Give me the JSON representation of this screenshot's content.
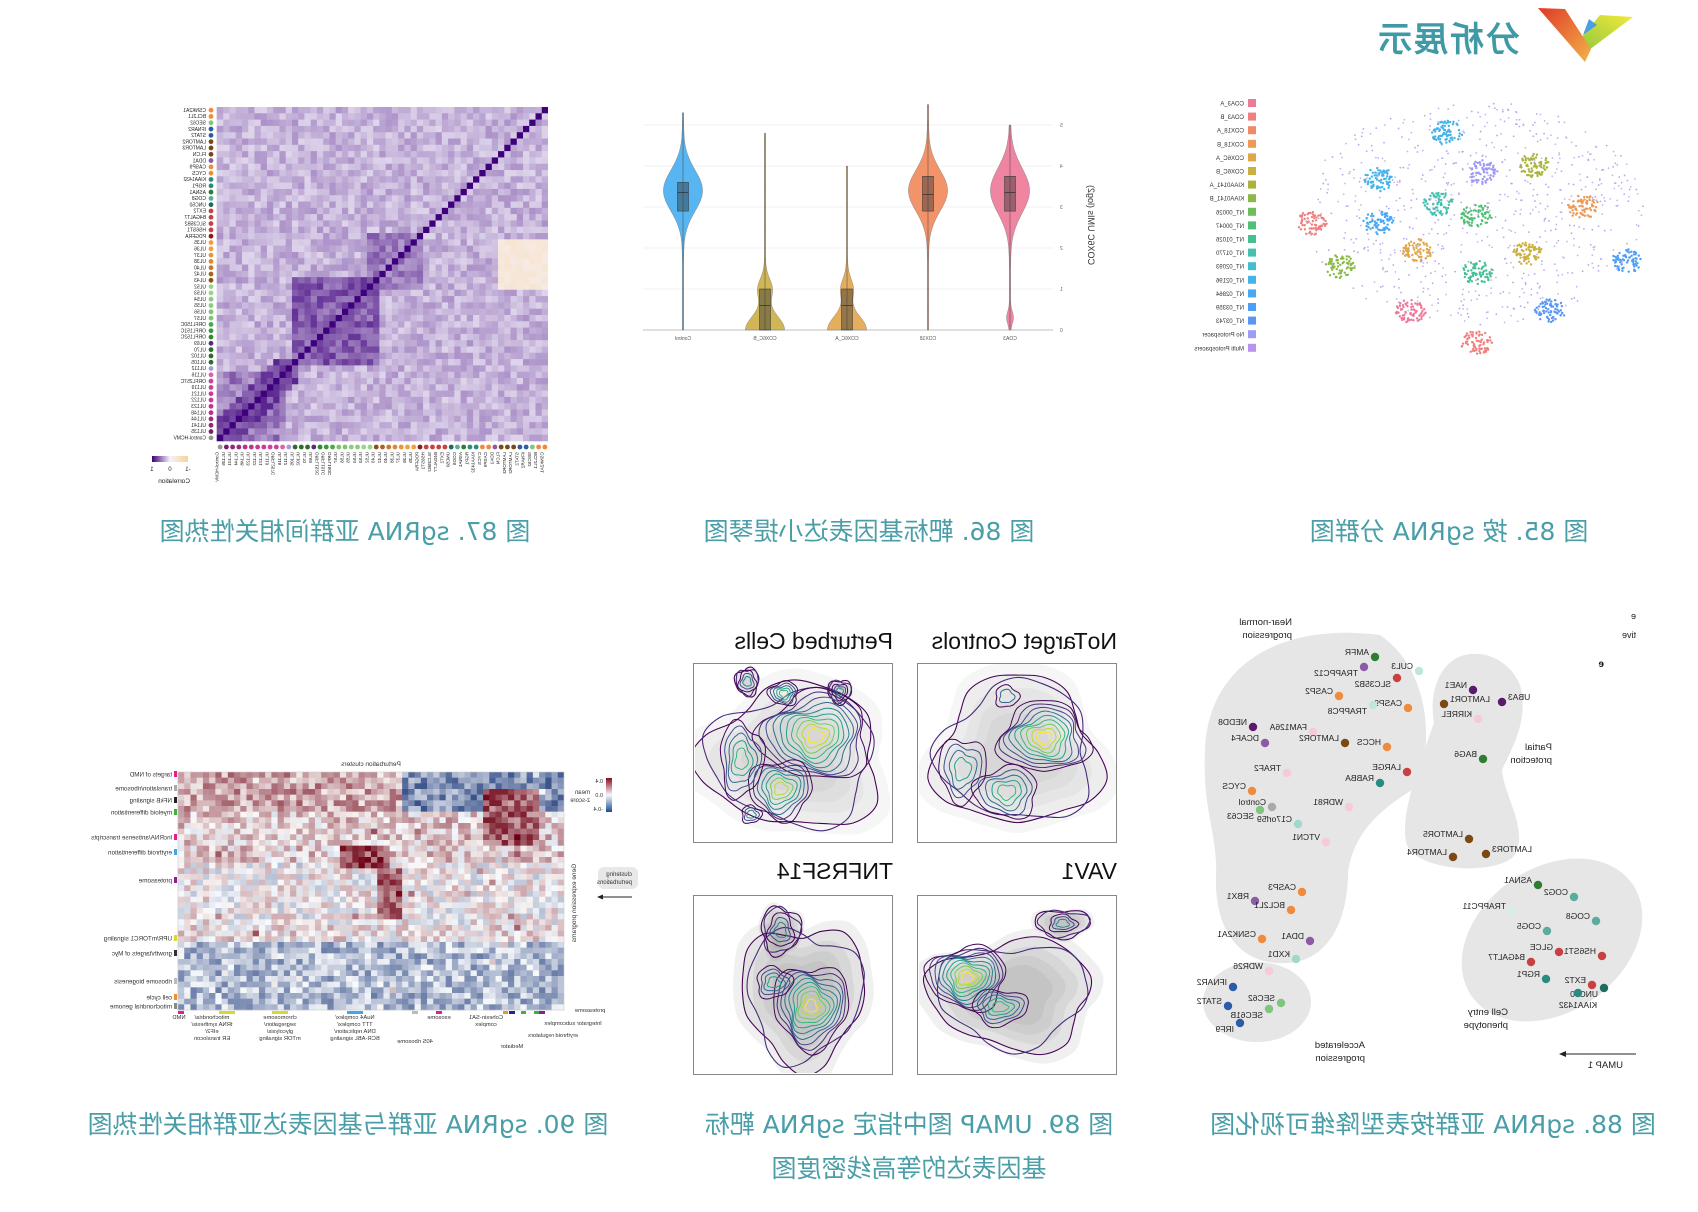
{
  "header": {
    "title": "分析展示",
    "logo_icon": "v-logo-icon"
  },
  "fig85": {
    "caption": "图 85. 按 sgRNA 分群图",
    "legend": [
      {
        "label": "COA3_A",
        "color": "#ee7a9a"
      },
      {
        "label": "COA3_B",
        "color": "#f07f7f"
      },
      {
        "label": "COX18_A",
        "color": "#f08a66"
      },
      {
        "label": "COX18_B",
        "color": "#ee9a55"
      },
      {
        "label": "COX6C_A",
        "color": "#e0a74a"
      },
      {
        "label": "COX6C_B",
        "color": "#c9b040"
      },
      {
        "label": "KIAA0141_A",
        "color": "#aab43c"
      },
      {
        "label": "KIAA0141_B",
        "color": "#8cba48"
      },
      {
        "label": "NT_00026",
        "color": "#6cbe5a"
      },
      {
        "label": "NT_00047",
        "color": "#50c076"
      },
      {
        "label": "NT_01026",
        "color": "#45c094"
      },
      {
        "label": "NT_01770",
        "color": "#44c0b0"
      },
      {
        "label": "NT_02093",
        "color": "#45bcd0"
      },
      {
        "label": "NT_02196",
        "color": "#45b2ea"
      },
      {
        "label": "NT_02864",
        "color": "#48a8f4"
      },
      {
        "label": "NT_03359",
        "color": "#4c9ef6"
      },
      {
        "label": "NT_03743",
        "color": "#5a96f4"
      },
      {
        "label": "No Protospacer",
        "color": "#9c9cf4"
      },
      {
        "label": "Multi Protospacers",
        "color": "#b894f0"
      }
    ]
  },
  "fig86": {
    "caption": "图 86. 靶标基因表达小提琴图"
  },
  "fig87": {
    "caption": "图 87. sgRNA 亚群间相关性热图",
    "legend_title": "Correlation",
    "legend_ticks": [
      "-1",
      "0",
      "1"
    ],
    "labels": [
      "CSNK2A1",
      "BCL2L1",
      "SEC62",
      "IFNAR2",
      "STAT2",
      "LAMTOR2",
      "LAMTOR3",
      "FLCN",
      "DDA1",
      "CASP9",
      "CYCS",
      "KIAA1432",
      "RGP1",
      "ASNA1",
      "COG8",
      "UNC50",
      "EXT2",
      "B4GALT7",
      "SLC35B2",
      "HS6ST1",
      "PDGFRA",
      "UL35",
      "UL36",
      "UL37",
      "UL38",
      "UL40",
      "UL42",
      "UL43",
      "UL52",
      "UL53",
      "UL54",
      "UL55",
      "UL56",
      "UL57",
      "ORFL150C",
      "ORFL151C",
      "ORFL152C",
      "UL69",
      "UL70",
      "UL102",
      "UL105",
      "UL112",
      "UL116",
      "ORFL257C",
      "UL119",
      "UL121",
      "UL122",
      "UL123",
      "UL148",
      "UL144",
      "UL141",
      "UL135",
      "Control-HCMV"
    ],
    "label_colors": [
      "#f08a3c",
      "#f08a3c",
      "#7fc47f",
      "#2b5ca8",
      "#2b5ca8",
      "#7b4a12",
      "#7b4a12",
      "#7b4a12",
      "#8e5aa8",
      "#f08a3c",
      "#f08a3c",
      "#2a8c80",
      "#2a8c80",
      "#2e7d32",
      "#5bab9f",
      "#1f6b5e",
      "#c94040",
      "#c94040",
      "#c94040",
      "#c94040",
      "#8b1a1a",
      "#f0a040",
      "#f0a040",
      "#e8963a",
      "#e08a30",
      "#c87828",
      "#a86420",
      "#8b5218",
      "#9ad48a",
      "#9ad48a",
      "#8ccc7c",
      "#8ccc7c",
      "#7fc470",
      "#7fc470",
      "#4aa84a",
      "#3a983a",
      "#2e8a2e",
      "#5b2a7e",
      "#2e6b2e",
      "#2e6b2e",
      "#2e6b2e",
      "#a89ad8",
      "#e060a8",
      "#d0409a",
      "#d0409a",
      "#c83a94",
      "#c83a94",
      "#c03490",
      "#b8308c",
      "#a02c80",
      "#902878",
      "#7a2068",
      "#999999"
    ]
  },
  "fig88": {
    "caption": "图 88. sgRNA 亚群按表型降维可视化图",
    "groups": {
      "near_normal": [
        "Near-normal",
        "progression"
      ],
      "partial": [
        "Partial",
        "protection"
      ],
      "accelerated": [
        "Accelerated",
        "progression"
      ],
      "cell_entry": [
        "Cell entry",
        "phenotype"
      ]
    },
    "axis_label": "UMAP 1",
    "edge_fragments": [
      "e",
      "tive",
      "e"
    ],
    "points": [
      {
        "label": "AMFR",
        "color": "#2e7d32"
      },
      {
        "label": "TRAPPC12",
        "color": "#8e5aa8"
      },
      {
        "label": "CUL3",
        "color": "#bfe6dc"
      },
      {
        "label": "SLC35B2",
        "color": "#c94040"
      },
      {
        "label": "CASP2",
        "color": "#f08a3c"
      },
      {
        "label": "CASP9",
        "color": "#f08a3c"
      },
      {
        "label": "TRAPPC8",
        "color": "#bfe6dc"
      },
      {
        "label": "NEDD8",
        "color": "#5b1a6e"
      },
      {
        "label": "FAM126A",
        "color": "#f6c9dd"
      },
      {
        "label": "DCAF4",
        "color": "#8e5aa8"
      },
      {
        "label": "HCCS",
        "color": "#f08a3c"
      },
      {
        "label": "LAMTOR2",
        "color": "#7b4a12"
      },
      {
        "label": "TRAF2",
        "color": "#f6c9dd"
      },
      {
        "label": "LARGE",
        "color": "#c94040"
      },
      {
        "label": "RABBA",
        "color": "#2a8c80"
      },
      {
        "label": "CYCS",
        "color": "#f08a3c"
      },
      {
        "label": "Control",
        "color": "#aaaaaa"
      },
      {
        "label": "SEC63",
        "color": "#7fc47f"
      },
      {
        "label": "WDR81",
        "color": "#f6c9dd"
      },
      {
        "label": "C17orf59",
        "color": "#9fd8cc"
      },
      {
        "label": "VTCN1",
        "color": "#f6c9dd"
      },
      {
        "label": "CASP3",
        "color": "#f08a3c"
      },
      {
        "label": "RBX1",
        "color": "#8e5aa8"
      },
      {
        "label": "BCL2L1",
        "color": "#f08a3c"
      },
      {
        "label": "CSNK2A1",
        "color": "#f08a3c"
      },
      {
        "label": "DDA1",
        "color": "#8e5aa8"
      },
      {
        "label": "KXD1",
        "color": "#9fd8cc"
      },
      {
        "label": "WDR26",
        "color": "#f6c9dd"
      },
      {
        "label": "IFNAR2",
        "color": "#2b5ca8"
      },
      {
        "label": "SEC62",
        "color": "#7fc47f"
      },
      {
        "label": "STAT2",
        "color": "#2b5ca8"
      },
      {
        "label": "SEC61B",
        "color": "#7fc47f"
      },
      {
        "label": "IRF9",
        "color": "#2b5ca8"
      },
      {
        "label": "NAE1",
        "color": "#5b1a6e"
      },
      {
        "label": "LAMTOR1",
        "color": "#7b4a12"
      },
      {
        "label": "UBA3",
        "color": "#5b1a6e"
      },
      {
        "label": "KIRREL",
        "color": "#f6c9dd"
      },
      {
        "label": "BAG6",
        "color": "#2e7d32"
      },
      {
        "label": "LAMTOR5",
        "color": "#7b4a12"
      },
      {
        "label": "LAMTOR4",
        "color": "#7b4a12"
      },
      {
        "label": "LAMTOR3",
        "color": "#7b4a12"
      },
      {
        "label": "ASNA1",
        "color": "#2e7d32"
      },
      {
        "label": "COG2",
        "color": "#5bab9f"
      },
      {
        "label": "TRAPPC11",
        "color": "#d6efe8"
      },
      {
        "label": "COG8",
        "color": "#5bab9f"
      },
      {
        "label": "COG5",
        "color": "#5bab9f"
      },
      {
        "label": "GLCE",
        "color": "#c94040"
      },
      {
        "label": "HS6ST1",
        "color": "#c94040"
      },
      {
        "label": "B4GALT7",
        "color": "#c94040"
      },
      {
        "label": "RGP1",
        "color": "#2a8c80"
      },
      {
        "label": "EXT2",
        "color": "#c94040"
      },
      {
        "label": "UNC50",
        "color": "#1f6b5e"
      },
      {
        "label": "KIAA1432",
        "color": "#2a8c80"
      }
    ]
  },
  "fig89": {
    "caption_line1": "图 89. UMAP 图中指定 sgRNA 靶标",
    "caption_line2": "基因表达的等高线密度图",
    "panels": [
      "NoTarget Controls",
      "Perturbed Cells",
      "VAV1",
      "TNFRSF14"
    ]
  },
  "fig90": {
    "caption": "图 90. sgRNA 亚群与基因表达亚群相关性热图",
    "title": "Perturbation clusters",
    "y_title": "Gene expression programs",
    "legend_title": [
      "mean",
      "z-score"
    ],
    "legend_ticks": [
      "0.4",
      "0.0",
      "-0.4"
    ],
    "side_button": [
      "clustering",
      "perturbations"
    ],
    "rows": [
      {
        "label": "targets of NMD",
        "color": "#e0208a"
      },
      {
        "label": "translation/ribosome",
        "color": "#aaaaaa"
      },
      {
        "label": "NFkB signaling",
        "color": "#222222"
      },
      {
        "label": "myeloid differentiation",
        "color": "#40b040"
      },
      {
        "label": "lncRNA/antisense transcripts",
        "color": "#e0208a"
      },
      {
        "label": "erythroid differentiation",
        "color": "#40a8e8"
      },
      {
        "label": "proteasome",
        "color": "#8a2090"
      },
      {
        "label": "UPR/mTORC1 signaling",
        "color": "#d8d830"
      },
      {
        "label": "growth/targets of Myc",
        "color": "#333333"
      },
      {
        "label": "ribosome biogenesis",
        "color": "#bbbbbb"
      },
      {
        "label": "cell cycle",
        "color": "#f09030"
      },
      {
        "label": "mitochondrial genome",
        "color": "#888888"
      }
    ],
    "col_groups": [
      {
        "lines": [
          "NMD"
        ],
        "color": "#e0208a"
      },
      {
        "lines": [
          "mitochondria/",
          "tRNA synthesis/",
          "eIF2/",
          "ER translocon"
        ],
        "color": "#d8d830"
      },
      {
        "lines": [
          "chromosome",
          "segregation/",
          "glycolysis/",
          "mTOR signaling"
        ],
        "color": "#d8d830"
      },
      {
        "lines": [
          "NuA4 complex/",
          "TTT complex/",
          "DNA replication/",
          "BCR-ABL signaling"
        ],
        "color": "#40a8e8"
      },
      {
        "lines": [
          "40S ribosome"
        ],
        "color": "#bbbbbb"
      },
      {
        "lines": [
          "exosome"
        ],
        "color": "#e0208a"
      },
      {
        "lines": [
          "Cohesin-SA1",
          "complex"
        ],
        "color": "#f09030"
      },
      {
        "lines": [
          "Mediator"
        ],
        "color": "#202880"
      },
      {
        "lines": [
          "erythroid regulators"
        ],
        "color": "#40b040"
      },
      {
        "lines": [
          "Integrator subcomplex"
        ],
        "color": "#40b040"
      },
      {
        "lines": [
          "proteasome"
        ],
        "color": "#8a2090"
      }
    ]
  },
  "chart_data": {
    "type": "violin",
    "title": "",
    "xlabel": "",
    "ylabel": "COX6C UMIs (log2)",
    "ylim": [
      0,
      5
    ],
    "yticks": [
      "0",
      "1",
      "2",
      "3",
      "4",
      "5"
    ],
    "grid": true,
    "categories": [
      "COA3",
      "COX18",
      "COX6C_A",
      "COX6C_B",
      "Control"
    ],
    "series": [
      {
        "name": "COA3",
        "color": "#ec7090",
        "min": 0,
        "q1": 2.9,
        "median": 3.35,
        "q3": 3.75,
        "max": 5.0,
        "density": [
          {
            "at": 3.4,
            "sd": 0.55,
            "w": 1
          },
          {
            "at": 0.3,
            "sd": 0.15,
            "w": 0.15
          }
        ]
      },
      {
        "name": "COX18",
        "color": "#f08050",
        "min": 0,
        "q1": 2.9,
        "median": 3.3,
        "q3": 3.75,
        "max": 5.5,
        "density": [
          {
            "at": 3.4,
            "sd": 0.5,
            "w": 1
          }
        ]
      },
      {
        "name": "COX6C_A",
        "color": "#e0a040",
        "min": 0,
        "q1": 0,
        "median": 0.6,
        "q3": 1.0,
        "max": 4.0,
        "density": [
          {
            "at": 0,
            "sd": 0.35,
            "w": 1
          },
          {
            "at": 1.0,
            "sd": 0.25,
            "w": 0.3
          }
        ]
      },
      {
        "name": "COX6C_B",
        "color": "#c8a93a",
        "min": 0,
        "q1": 0,
        "median": 0.6,
        "q3": 1.0,
        "max": 4.8,
        "density": [
          {
            "at": 0,
            "sd": 0.35,
            "w": 1
          },
          {
            "at": 1.0,
            "sd": 0.25,
            "w": 0.35
          }
        ]
      },
      {
        "name": "Control",
        "color": "#3aa8f0",
        "min": 0,
        "q1": 2.9,
        "median": 3.35,
        "q3": 3.6,
        "max": 5.3,
        "density": [
          {
            "at": 3.4,
            "sd": 0.5,
            "w": 1
          }
        ]
      }
    ]
  }
}
